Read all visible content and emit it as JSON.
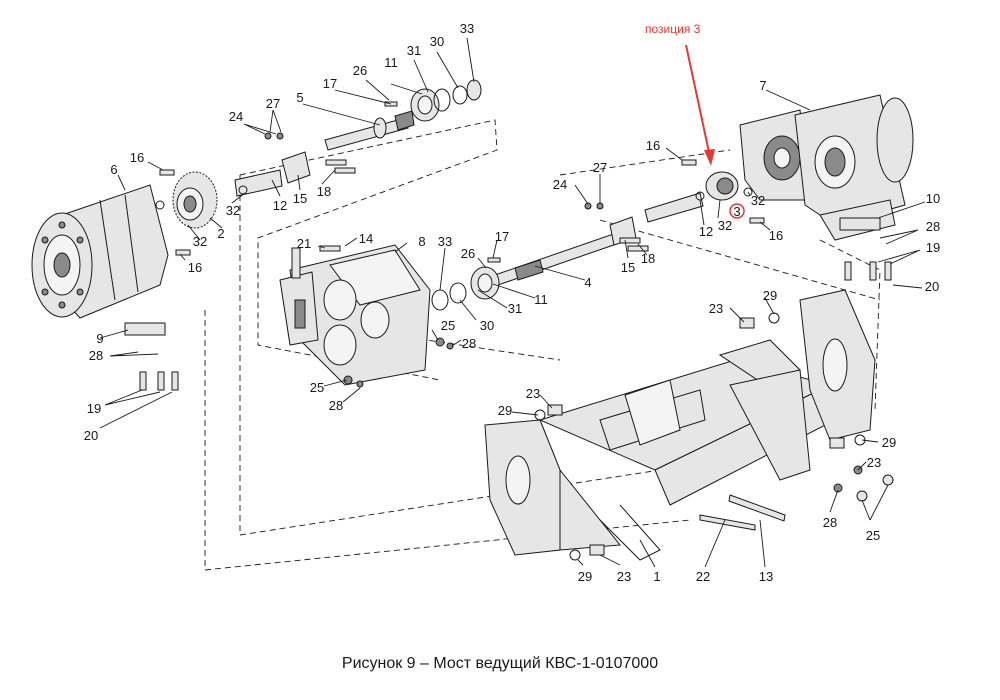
{
  "callouts": [
    "1",
    "2",
    "3",
    "4",
    "5",
    "6",
    "7",
    "8",
    "9",
    "10",
    "11",
    "12",
    "13",
    "14",
    "15",
    "16",
    "17",
    "18",
    "19",
    "20",
    "21",
    "22",
    "23",
    "24",
    "25",
    "26",
    "27",
    "28",
    "29",
    "30",
    "31",
    "32",
    "33"
  ],
  "annotation": {
    "text": "позиция 3",
    "color": "#e53935"
  },
  "caption": "Рисунок 9 – Мост ведущий КВС-1-0107000"
}
